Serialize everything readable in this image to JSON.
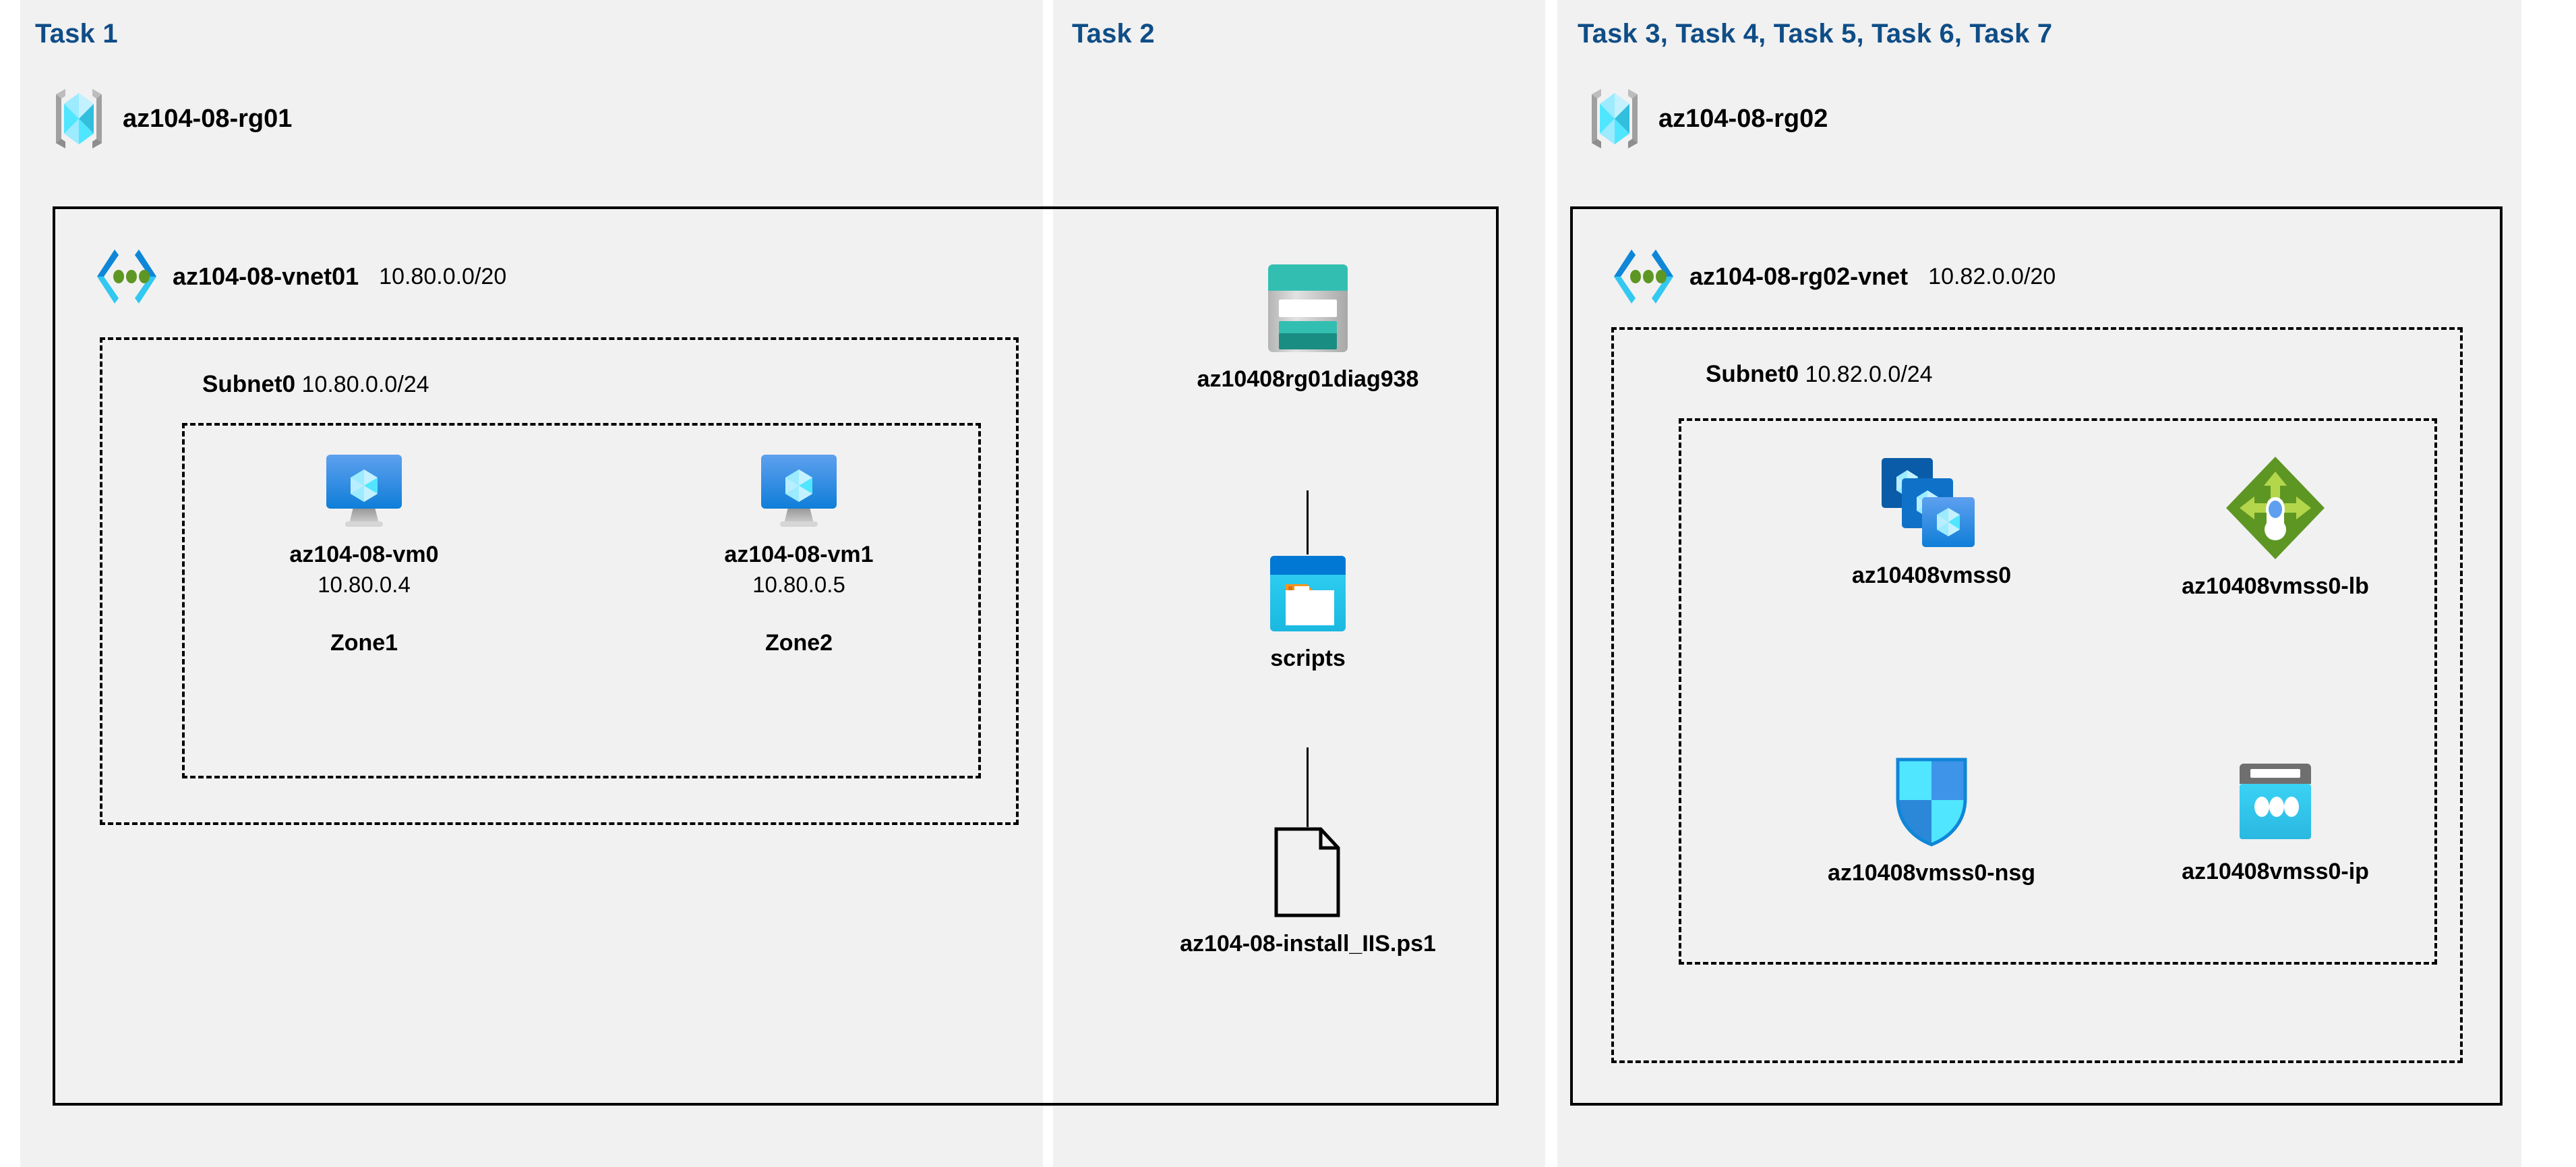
{
  "diagram": {
    "title": "Azure AZ-104-08 lab architecture",
    "colors": {
      "panel_background": "#f1f1f1",
      "page_background": "#ffffff",
      "task_header": "#0f4d86",
      "border": "#000000",
      "resource_group_cube": "#50e6ff",
      "vnet_bracket": "#0f86d8",
      "vnet_dots": "#5e9624",
      "vm_monitor": "#0f7ed8",
      "storage_teal": "#32bfb1",
      "container_blue": "#0078d4",
      "container_cyan": "#32c8f0",
      "container_tab": "#f7941e",
      "loadbalancer_green": "#5e9624",
      "nsg_blue": "#32c8f0",
      "publicip_cyan": "#32c8f0"
    }
  },
  "panels": [
    {
      "id": "task1",
      "header": "Task 1"
    },
    {
      "id": "task2",
      "header": "Task 2"
    },
    {
      "id": "task3",
      "header": "Task 3, Task 4, Task 5, Task 6, Task 7"
    }
  ],
  "task1": {
    "resource_group": {
      "name": "az104-08-rg01",
      "icon": "resource-group-icon"
    },
    "vnet": {
      "name": "az104-08-vnet01",
      "cidr": "10.80.0.0/20",
      "icon": "virtual-network-icon"
    },
    "subnet": {
      "name": "Subnet0",
      "cidr": "10.80.0.0/24"
    },
    "vms": [
      {
        "name": "az104-08-vm0",
        "ip": "10.80.0.4",
        "zone": "Zone1",
        "icon": "virtual-machine-icon"
      },
      {
        "name": "az104-08-vm1",
        "ip": "10.80.0.5",
        "zone": "Zone2",
        "icon": "virtual-machine-icon"
      }
    ]
  },
  "task2": {
    "storage_account": {
      "name": "az10408rg01diag938",
      "icon": "storage-account-icon"
    },
    "container": {
      "name": "scripts",
      "icon": "blob-container-icon"
    },
    "file": {
      "name": "az104-08-install_IIS.ps1",
      "icon": "script-file-icon"
    }
  },
  "task3": {
    "resource_group": {
      "name": "az104-08-rg02",
      "icon": "resource-group-icon"
    },
    "vnet": {
      "name": "az104-08-rg02-vnet",
      "cidr": "10.82.0.0/20",
      "icon": "virtual-network-icon"
    },
    "subnet": {
      "name": "Subnet0",
      "cidr": "10.82.0.0/24"
    },
    "resources": [
      {
        "name": "az10408vmss0",
        "icon": "vm-scale-set-icon"
      },
      {
        "name": "az10408vmss0-lb",
        "icon": "load-balancer-icon"
      },
      {
        "name": "az10408vmss0-nsg",
        "icon": "network-security-group-icon"
      },
      {
        "name": "az10408vmss0-ip",
        "icon": "public-ip-address-icon"
      }
    ]
  }
}
